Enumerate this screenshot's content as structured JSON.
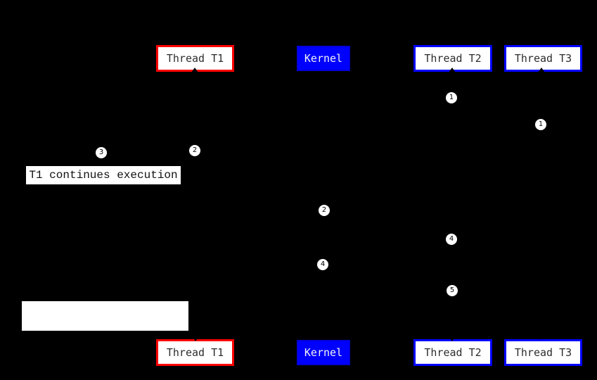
{
  "boxes": {
    "top": [
      {
        "label": "Thread T1",
        "style": "red-outline"
      },
      {
        "label": "Kernel",
        "style": "blue-fill"
      },
      {
        "label": "Thread T2",
        "style": "blue-outline"
      },
      {
        "label": "Thread T3",
        "style": "blue-outline"
      }
    ],
    "bottom": [
      {
        "label": "Thread T1",
        "style": "red-outline"
      },
      {
        "label": "Kernel",
        "style": "blue-fill"
      },
      {
        "label": "Thread T2",
        "style": "blue-outline"
      },
      {
        "label": "Thread T3",
        "style": "blue-outline"
      }
    ]
  },
  "markers": [
    {
      "label": "1"
    },
    {
      "label": "1"
    },
    {
      "label": "3"
    },
    {
      "label": "2"
    },
    {
      "label": "2"
    },
    {
      "label": "4"
    },
    {
      "label": "4"
    },
    {
      "label": "5"
    }
  ],
  "notes": {
    "t1_continues": "T1 continues execution",
    "blank_box": ""
  },
  "colors": {
    "background": "#000000",
    "red_accent": "#ff0000",
    "blue_accent": "#0000ff",
    "box_fill": "#ffffff",
    "box_text": "#2d2d2d",
    "kernel_text": "#f4f4f4"
  }
}
